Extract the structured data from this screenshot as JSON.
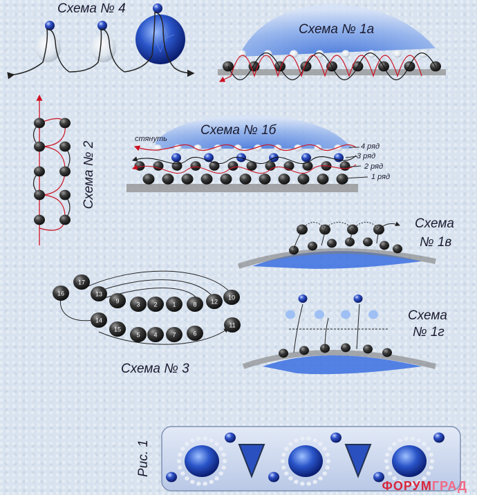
{
  "labels": {
    "schema4": "Схема № 4",
    "schema1a": "Схема № 1а",
    "schema2": "Схема № 2",
    "schema1b": "Схема № 1б",
    "tighten": "стянуть",
    "row4": "4 ряд",
    "row3": "3 ряд",
    "row2": "2 ряд",
    "row1": "1 ряд",
    "schema1v_line1": "Схема",
    "schema1v_line2": "№ 1в",
    "schema3": "Схема № 3",
    "schema1g_line1": "Схема",
    "schema1g_line2": "№ 1г",
    "fig1": "Рис. 1"
  },
  "schema3_beads": [
    "17",
    "13",
    "16",
    "9",
    "3",
    "2",
    "1",
    "8",
    "12",
    "10",
    "14",
    "15",
    "5",
    "4",
    "7",
    "6",
    "11"
  ],
  "watermark": {
    "part1": "ФОРУМ",
    "part2": "ГРАД"
  },
  "colors": {
    "background": "#d9e3ef",
    "bead_dark": "#2b2b2b",
    "bead_blue": "#1f3fb0",
    "thread_red": "#cc1122",
    "fan_blue": "#7fa6e6",
    "panel": "#c9d6ec"
  }
}
